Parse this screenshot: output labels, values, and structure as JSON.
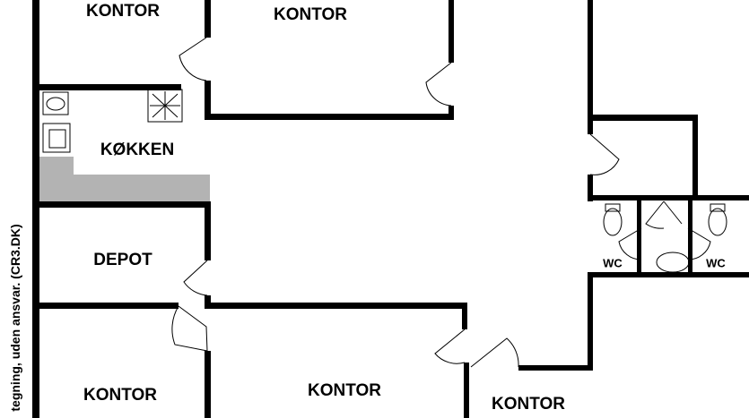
{
  "rooms": {
    "kontor_top_left": "KONTOR",
    "kontor_top_mid": "KONTOR",
    "kitchen": "KØKKEN",
    "depot": "DEPOT",
    "wc_left": "WC",
    "wc_right": "WC",
    "kontor_bottom_left": "KONTOR",
    "kontor_bottom_mid": "KONTOR",
    "kontor_bottom_right": "KONTOR"
  },
  "disclaimer": "tegning, uden ansvar. (CR3.DK)",
  "colors": {
    "wall": "#000000",
    "counter": "#b3b3b3"
  }
}
